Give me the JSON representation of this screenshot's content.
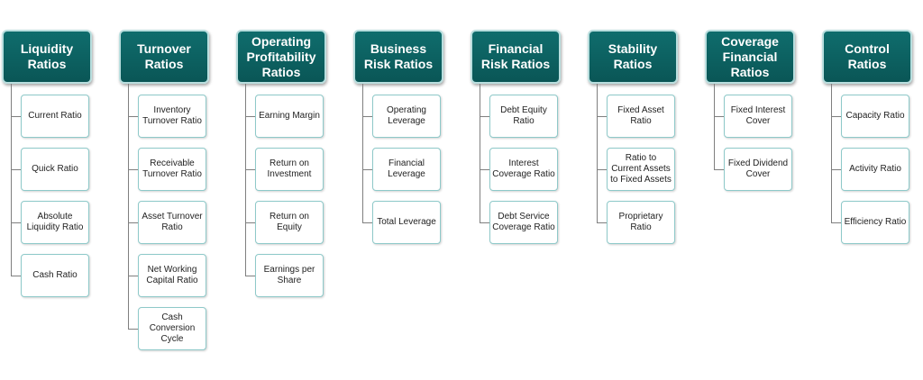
{
  "categories": [
    {
      "key": "liquidity",
      "title": "Liquidity Ratios",
      "items": [
        "Current Ratio",
        "Quick Ratio",
        "Absolute Liquidity Ratio",
        "Cash Ratio"
      ]
    },
    {
      "key": "turnover",
      "title": "Turnover Ratios",
      "items": [
        "Inventory Turnover Ratio",
        "Receivable Turnover Ratio",
        "Asset Turnover Ratio",
        "Net Working Capital Ratio",
        "Cash Conversion Cycle"
      ]
    },
    {
      "key": "operating-profitability",
      "title": "Operating Profitability Ratios",
      "items": [
        "Earning Margin",
        "Return on Investment",
        "Return on Equity",
        "Earnings per Share"
      ]
    },
    {
      "key": "business-risk",
      "title": "Business Risk Ratios",
      "items": [
        "Operating Leverage",
        "Financial Leverage",
        "Total Leverage"
      ]
    },
    {
      "key": "financial-risk",
      "title": "Financial Risk Ratios",
      "items": [
        "Debt Equity Ratio",
        "Interest Coverage Ratio",
        "Debt Service Coverage Ratio"
      ]
    },
    {
      "key": "stability",
      "title": "Stability Ratios",
      "items": [
        "Fixed Asset Ratio",
        "Ratio to Current Assets to Fixed Assets",
        "Proprietary Ratio"
      ]
    },
    {
      "key": "coverage-financial",
      "title": "Coverage Financial Ratios",
      "items": [
        "Fixed Interest Cover",
        "Fixed Dividend Cover"
      ]
    },
    {
      "key": "control",
      "title": "Control Ratios",
      "items": [
        "Capacity Ratio",
        "Activity Ratio",
        "Efficiency Ratio"
      ]
    }
  ]
}
